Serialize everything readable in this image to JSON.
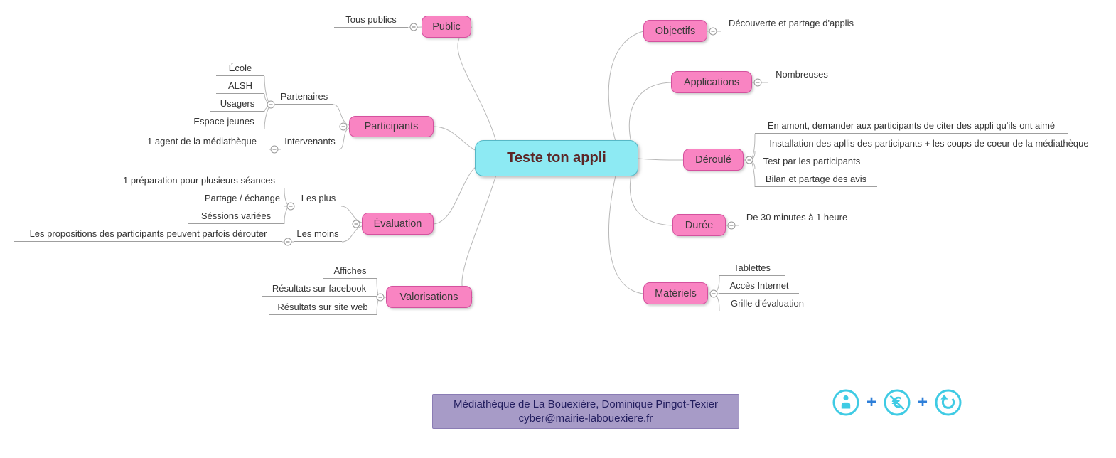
{
  "root": {
    "label": "Teste ton appli"
  },
  "branches": {
    "public": {
      "label": "Public",
      "leaves": [
        "Tous publics"
      ]
    },
    "participants": {
      "label": "Participants",
      "children": {
        "partenaires": {
          "label": "Partenaires",
          "leaves": [
            "École",
            "ALSH",
            "Usagers",
            "Espace jeunes"
          ]
        },
        "intervenants": {
          "label": "Intervenants",
          "leaves": [
            "1 agent de la médiathèque"
          ]
        }
      }
    },
    "evaluation": {
      "label": "Évaluation",
      "children": {
        "les_plus": {
          "label": "Les plus",
          "leaves": [
            "1 préparation pour plusieurs séances",
            "Partage / échange",
            "Séssions variées"
          ]
        },
        "les_moins": {
          "label": "Les moins",
          "leaves": [
            "Les propositions des participants peuvent parfois dérouter"
          ]
        }
      }
    },
    "valorisations": {
      "label": "Valorisations",
      "leaves": [
        "Affiches",
        "Résultats sur facebook",
        "Résultats sur site web"
      ]
    },
    "objectifs": {
      "label": "Objectifs",
      "leaves": [
        "Découverte et partage d'applis"
      ]
    },
    "applications": {
      "label": "Applications",
      "leaves": [
        "Nombreuses"
      ]
    },
    "deroule": {
      "label": "Déroulé",
      "leaves": [
        "En amont, demander aux participants de citer des appli qu'ils ont aimé",
        "Installation des apllis des participants + les coups de coeur de la médiathèque",
        "Test par les participants",
        "Bilan et partage des avis"
      ]
    },
    "duree": {
      "label": "Durée",
      "leaves": [
        "De 30 minutes à 1 heure"
      ]
    },
    "materiels": {
      "label": "Matériels",
      "leaves": [
        "Tablettes",
        "Accès Internet",
        "Grille d'évaluation"
      ]
    }
  },
  "footer": {
    "line1": "Médiathèque de La Bouexière, Dominique Pingot-Texier",
    "line2": "cyber@mairie-labouexiere.fr"
  },
  "license": {
    "separator": "+",
    "icons": [
      "cc-attribution-icon",
      "cc-noncommercial-euro-icon",
      "cc-sharealike-icon"
    ]
  },
  "colors": {
    "node_fill": "#f984c2",
    "node_border": "#d4519e",
    "root_fill": "#8deaf3",
    "root_border": "#56b8c6",
    "root_text": "#5c2626",
    "edge": "#b8b8b8",
    "footer_fill": "#a79bc7",
    "footer_border": "#8a7cb4",
    "footer_text": "#221d5e",
    "cc_icon": "#3fcbe4",
    "plus": "#2e7fd9"
  }
}
